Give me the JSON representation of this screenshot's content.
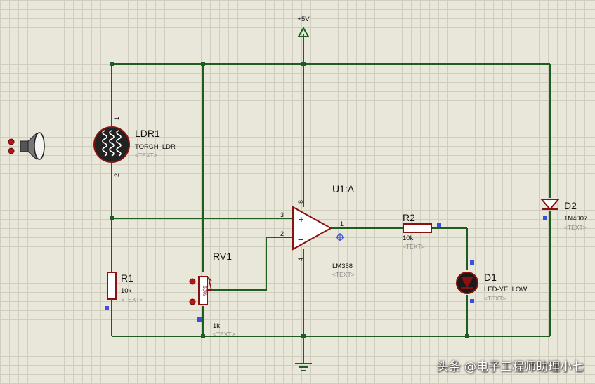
{
  "power": {
    "vcc_label": "+5V"
  },
  "ldr1": {
    "ref": "LDR1",
    "value": "TORCH_LDR",
    "text": "<TEXT>",
    "pin1": "1",
    "pin2": "2"
  },
  "r1": {
    "ref": "R1",
    "value": "10k",
    "text": "<TEXT>"
  },
  "rv1": {
    "ref": "RV1",
    "value": "1k",
    "text": "<TEXT>",
    "wiper": "50%"
  },
  "u1": {
    "ref": "U1:A",
    "value": "LM358",
    "text": "<TEXT>",
    "pin_plus_in": "3",
    "pin_minus_in": "2",
    "pin_out": "1",
    "pin_vcc": "8",
    "pin_gnd": "4",
    "plus_sign": "+",
    "minus_sign": "−"
  },
  "r2": {
    "ref": "R2",
    "value": "10k",
    "text": "<TEXT>"
  },
  "d1": {
    "ref": "D1",
    "value": "LED-YELLOW",
    "text": "<TEXT>"
  },
  "d2": {
    "ref": "D2",
    "value": "1N4007",
    "text": "<TEXT>"
  },
  "watermark": "头条 @电子工程师助理小七"
}
